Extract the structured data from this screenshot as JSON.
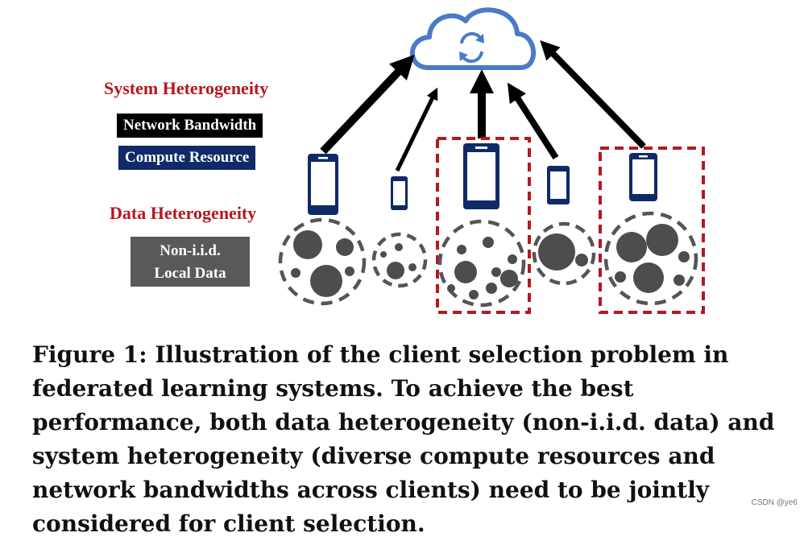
{
  "legend": {
    "system_heterogeneity": "System Heterogeneity",
    "network_bandwidth": "Network Bandwidth",
    "compute_resource": "Compute Resource",
    "data_heterogeneity": "Data Heterogeneity",
    "non_iid_line1": "Non-i.i.d.",
    "non_iid_line2": "Local Data"
  },
  "colors": {
    "red_accent": "#b3191e",
    "phone_blue": "#0f2a66",
    "cloud_blue": "#4a7bc8",
    "network_box": "#000000",
    "compute_box": "#0f2a66",
    "data_box": "#595959",
    "circle_gray": "#4d4d4d",
    "dashed_gray": "#555555"
  },
  "icons": [
    "cloud-icon",
    "sync-icon",
    "smartphone-icon"
  ],
  "selected_clients": [
    3,
    5
  ],
  "caption": "Figure 1: Illustration of the client selection problem in federated learning systems. To achieve the best performance, both data heterogeneity (non-i.i.d. data) and system heterogeneity (diverse compute resources and network bandwidths across clients) need to be jointly considered for client selection.",
  "watermark": "CSDN @ye6"
}
